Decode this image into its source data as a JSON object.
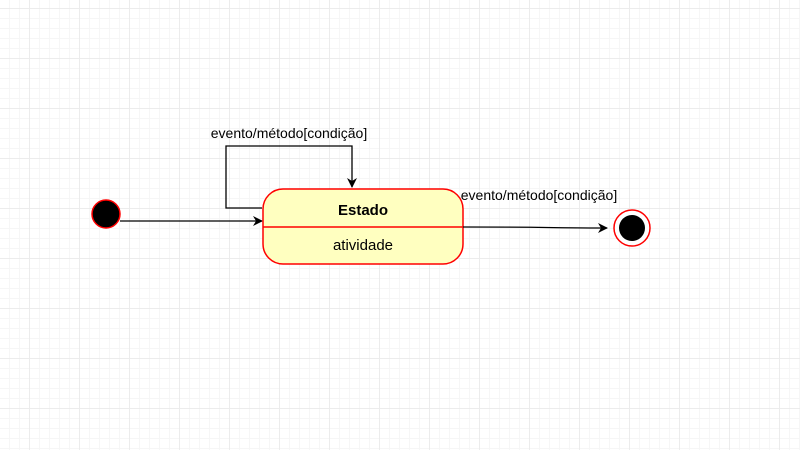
{
  "diagram": {
    "state": {
      "name": "Estado",
      "activity": "atividade"
    },
    "self_transition": {
      "label": "evento/método[condição]"
    },
    "exit_transition": {
      "label": "evento/método[condição]"
    },
    "colors": {
      "state_fill": "#ffffc0",
      "state_border": "#ff0000",
      "node_fill": "#000000",
      "node_border": "#ff0000",
      "edge": "#000000"
    }
  }
}
